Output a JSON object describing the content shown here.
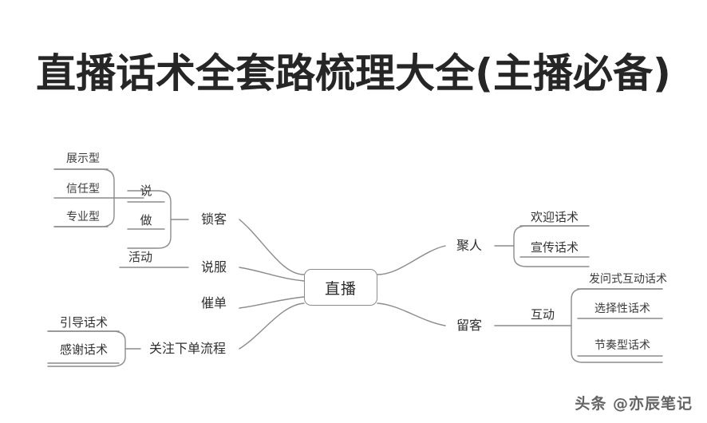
{
  "page": {
    "title": "直播话术全套路梳理大全(主播必备)",
    "background_color": "#ffffff",
    "line_color": "#8c8c8c",
    "text_color": "#333333"
  },
  "watermark": {
    "text": "头条 @亦辰笔记"
  },
  "mindmap": {
    "center": {
      "label": "直播"
    },
    "left_branches": [
      {
        "label": "锁客",
        "children": [
          {
            "label": "说",
            "children": [
              {
                "label": "展示型"
              },
              {
                "label": "信任型"
              },
              {
                "label": "专业型"
              }
            ]
          },
          {
            "label": "做"
          }
        ]
      },
      {
        "label": "说服",
        "children": [
          {
            "label": "活动"
          }
        ]
      },
      {
        "label": "催单",
        "children": []
      },
      {
        "label": "关注下单流程",
        "children": [
          {
            "label": "引导话术"
          },
          {
            "label": "感谢话术"
          }
        ]
      }
    ],
    "right_branches": [
      {
        "label": "聚人",
        "children": [
          {
            "label": "欢迎话术"
          },
          {
            "label": "宣传话术"
          }
        ]
      },
      {
        "label": "留客",
        "children": [
          {
            "label": "互动",
            "children": [
              {
                "label": "发问式互动话术"
              },
              {
                "label": "选择性话术"
              },
              {
                "label": "节奏型话术"
              }
            ]
          }
        ]
      }
    ]
  }
}
